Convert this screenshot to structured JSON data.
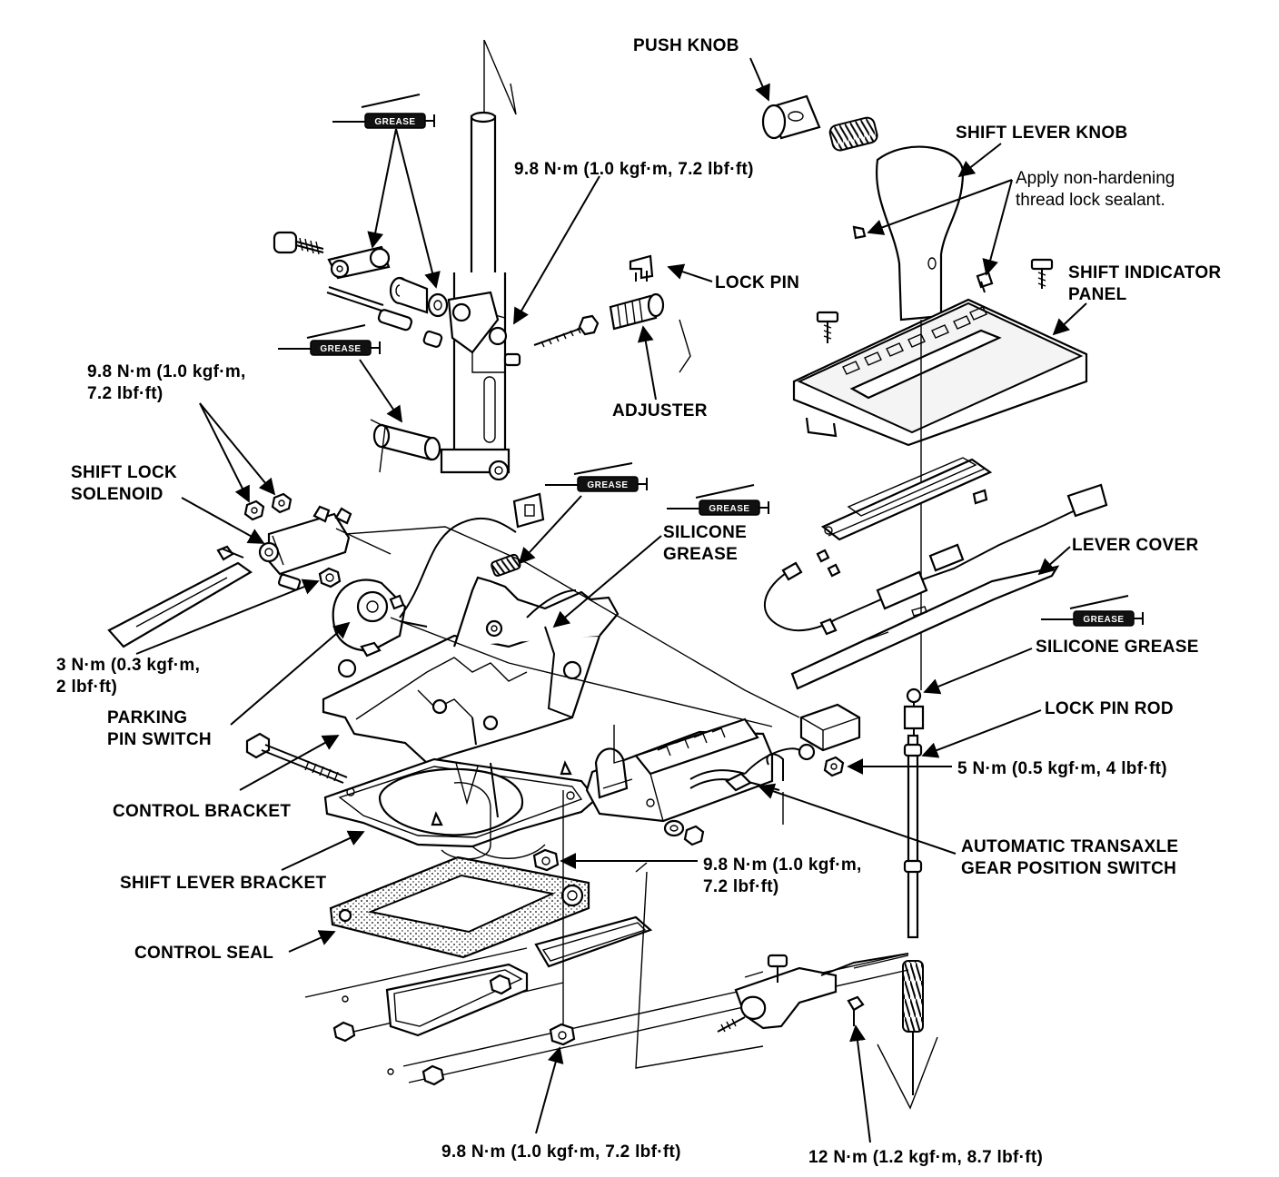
{
  "grease_tag": "GREASE",
  "labels": {
    "push_knob": "PUSH KNOB",
    "shift_lever_knob": "SHIFT LEVER KNOB",
    "sealant_line1": "Apply non-hardening",
    "sealant_line2": "thread lock sealant.",
    "shift_indicator_line1": "SHIFT INDICATOR",
    "shift_indicator_line2": "PANEL",
    "lock_pin": "LOCK PIN",
    "adjuster": "ADJUSTER",
    "torque_top": "9.8 N·m (1.0 kgf·m, 7.2 lbf·ft)",
    "torque_left_line1": "9.8 N·m (1.0 kgf·m,",
    "torque_left_line2": "7.2 lbf·ft)",
    "shift_lock_line1": "SHIFT LOCK",
    "shift_lock_line2": "SOLENOID",
    "silicone_grease_mid_line1": "SILICONE",
    "silicone_grease_mid_line2": "GREASE",
    "lever_cover": "LEVER COVER",
    "silicone_grease_right": "SILICONE GREASE",
    "lock_pin_rod": "LOCK PIN ROD",
    "torque_5nm": "5 N·m (0.5 kgf·m, 4 lbf·ft)",
    "torque_3nm_line1": "3 N·m (0.3 kgf·m,",
    "torque_3nm_line2": "2 lbf·ft)",
    "parking_pin_line1": "PARKING",
    "parking_pin_line2": "PIN SWITCH",
    "control_bracket": "CONTROL BRACKET",
    "shift_lever_bracket": "SHIFT LEVER BRACKET",
    "control_seal": "CONTROL SEAL",
    "torque_mid_line1": "9.8 N·m (1.0 kgf·m,",
    "torque_mid_line2": "7.2 lbf·ft)",
    "atx_line1": "AUTOMATIC TRANSAXLE",
    "atx_line2": "GEAR POSITION SWITCH",
    "torque_bottom_left": "9.8 N·m (1.0 kgf·m, 7.2 lbf·ft)",
    "torque_bottom_right": "12 N·m (1.2 kgf·m, 8.7 lbf·ft)"
  }
}
